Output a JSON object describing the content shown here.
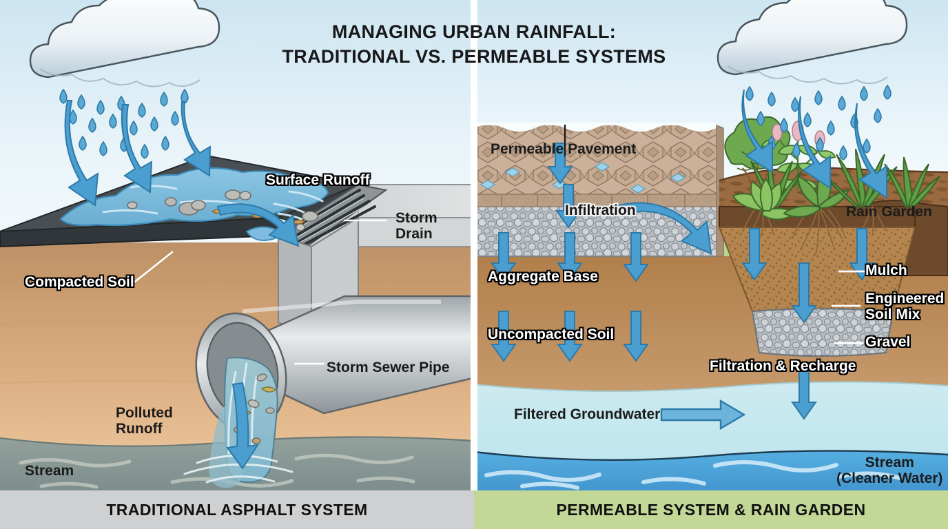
{
  "title": {
    "line1": "MANAGING URBAN RAINFALL:",
    "line2": "TRADITIONAL VS. PERMEABLE SYSTEMS"
  },
  "banners": {
    "left": "TRADITIONAL ASPHALT SYSTEM",
    "right": "PERMEABLE SYSTEM & RAIN GARDEN"
  },
  "left_panel": {
    "name": "Traditional Asphalt System",
    "labels": {
      "surface_runoff": "Surface Runoff",
      "storm_drain": "Storm\nDrain",
      "compacted_soil": "Compacted Soil",
      "storm_sewer_pipe": "Storm Sewer Pipe",
      "polluted_runoff": "Polluted\nRunoff",
      "stream": "Stream"
    }
  },
  "right_panel": {
    "name": "Permeable System & Rain Garden",
    "labels": {
      "permeable_pavement": "Permeable Pavement",
      "infiltration": "Infiltration",
      "aggregate_base": "Aggregate Base",
      "uncompacted_soil": "Uncompacted Soil",
      "filtered_groundwater": "Filtered Groundwater",
      "rain_garden": "Rain Garden",
      "mulch": "Mulch",
      "engineered_soil_mix": "Engineered\nSoil Mix",
      "gravel": "Gravel",
      "filtration_recharge": "Filtration & Recharge",
      "stream": "Stream\n(Cleaner Water)"
    }
  },
  "colors": {
    "sky_top": "#cfe6f2",
    "sky_bottom": "#f4fafc",
    "asphalt": "#4a4f53",
    "puddle_water": "#7bbbdd",
    "arrow_blue": "#4a9ed0",
    "raindrop": "#5aa8d6",
    "compacted_soil": "#c79a6c",
    "concrete": "#c6c9cb",
    "dirty_stream": "#8b9a96",
    "grass_green": "#b3d68a",
    "paver": "#c6ab92",
    "gravel_grey": "#b9bec3",
    "uncompacted_soil": "#b68551",
    "engineered_soil": "#b4854f",
    "mulch_brown": "#6e4a2c",
    "groundwater": "#c6e9ef",
    "clean_stream": "#4fa7dd",
    "plant_green": "#6ea84f",
    "banner_left_bg": "#cfd0d1",
    "banner_right_bg": "#c3d897"
  }
}
